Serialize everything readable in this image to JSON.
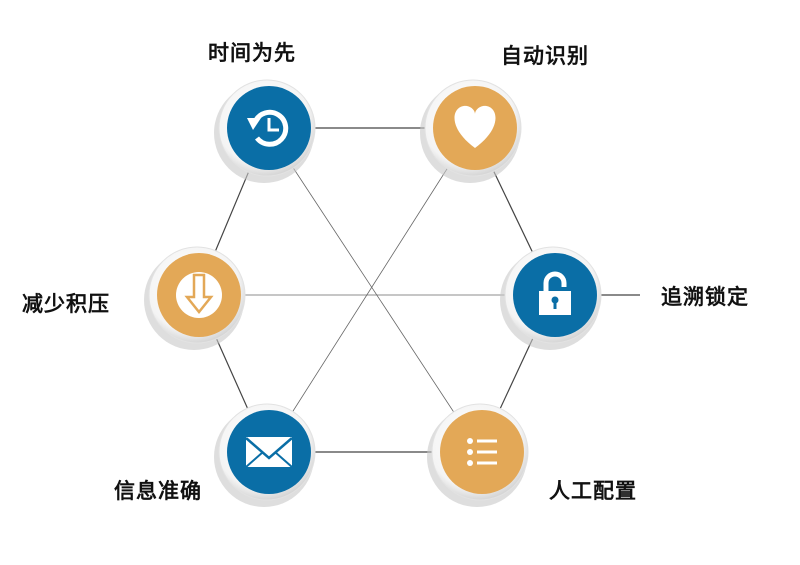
{
  "colors": {
    "blue": "#0a6ea6",
    "orange": "#e3a857",
    "line": "#444444"
  },
  "nodes": [
    {
      "label": "时间为先",
      "icon": "history-clock-icon",
      "color": "blue"
    },
    {
      "label": "自动识别",
      "icon": "heart-icon",
      "color": "orange"
    },
    {
      "label": "追溯锁定",
      "icon": "padlock-icon",
      "color": "blue"
    },
    {
      "label": "人工配置",
      "icon": "list-icon",
      "color": "orange"
    },
    {
      "label": "信息准确",
      "icon": "envelope-icon",
      "color": "blue"
    },
    {
      "label": "减少积压",
      "icon": "download-arrow-icon",
      "color": "orange"
    }
  ]
}
